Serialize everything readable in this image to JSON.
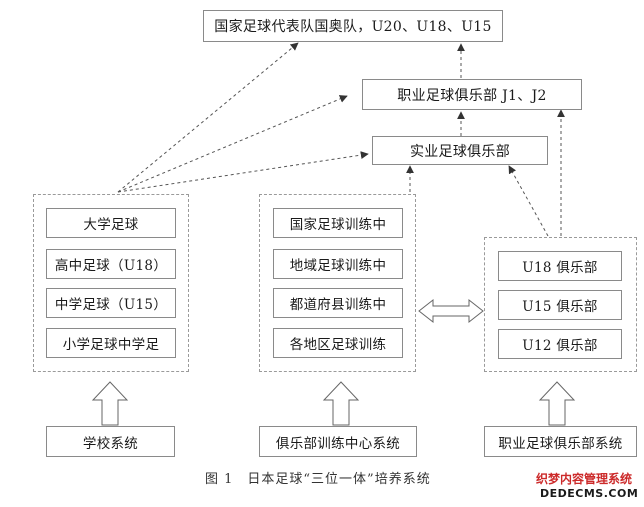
{
  "top_boxes": {
    "national": "国家足球代表队国奥队，U20、U18、U15",
    "j_league": "职业足球俱乐部 J1、J2",
    "corporate": "实业足球俱乐部"
  },
  "school": {
    "items": [
      "大学足球",
      "高中足球（U18）",
      "中学足球（U15）",
      "小学足球中学足"
    ],
    "base_label": "学校系统"
  },
  "club_training": {
    "items": [
      "国家足球训练中",
      "地域足球训练中",
      "都道府县训练中",
      "各地区足球训练"
    ],
    "base_label": "俱乐部训练中心系统"
  },
  "pro_club": {
    "items": [
      "U18 俱乐部",
      "U15 俱乐部",
      "U12 俱乐部"
    ],
    "base_label": "职业足球俱乐部系统"
  },
  "caption": "图 1　日本足球“三位一体”培养系统",
  "watermark": {
    "line1": "织梦内容管理系统",
    "line2": "DEDECMS.COM"
  },
  "colors": {
    "line": "#555555",
    "border": "#8a8a8a",
    "watermark_red": "#cc2a2a"
  }
}
